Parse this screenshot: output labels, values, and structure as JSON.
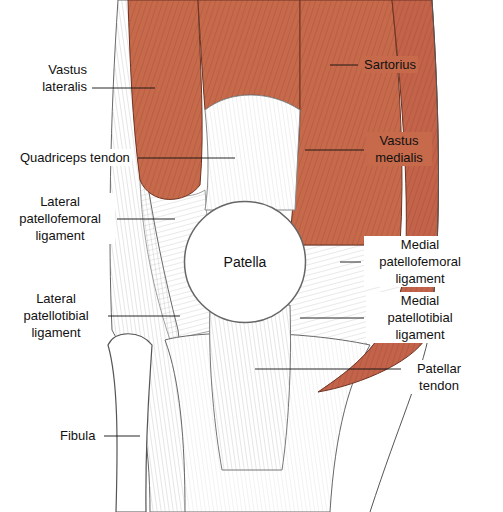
{
  "diagram": {
    "nodes": [
      {
        "text": [
          "Patella"
        ]
      }
    ],
    "labels": [
      "Vastus lateralis",
      "Sartorius",
      "Vastus medialis",
      "Quadriceps tendon",
      "Lateral patellofemoral ligament",
      "Medial patellofemoral ligament",
      "Lateral patellotibial ligament",
      "Medial patellotibial ligament",
      "Patellar tendon",
      "Fibula"
    ]
  }
}
